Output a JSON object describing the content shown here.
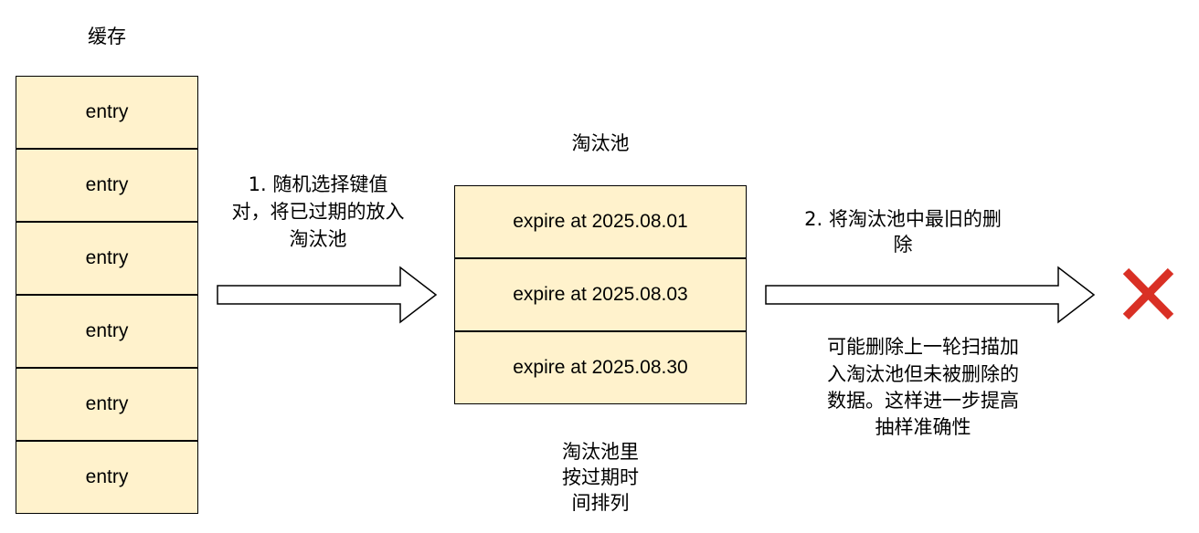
{
  "cache": {
    "title": "缓存",
    "entries": [
      "entry",
      "entry",
      "entry",
      "entry",
      "entry",
      "entry"
    ]
  },
  "pool": {
    "title": "淘汰池",
    "items": [
      "expire at 2025.08.01",
      "expire at 2025.08.03",
      "expire at 2025.08.30"
    ],
    "note_lines": [
      "淘汰池里",
      "按过期时",
      "间排列"
    ]
  },
  "step1": {
    "lines": [
      "1. 随机选择键值",
      "对，将已过期的放入",
      "淘汰池"
    ]
  },
  "step2": {
    "lines": [
      "2. 将淘汰池中最旧的删",
      "除"
    ]
  },
  "note2": {
    "lines": [
      "可能删除上一轮扫描加",
      "入淘汰池但未被删除的",
      "数据。这样进一步提高",
      "抽样准确性"
    ]
  },
  "colors": {
    "cell_fill": "#fff2cc",
    "stroke": "#000000",
    "delete_mark": "#d93025"
  },
  "icons": {
    "delete": "x-mark-icon"
  }
}
